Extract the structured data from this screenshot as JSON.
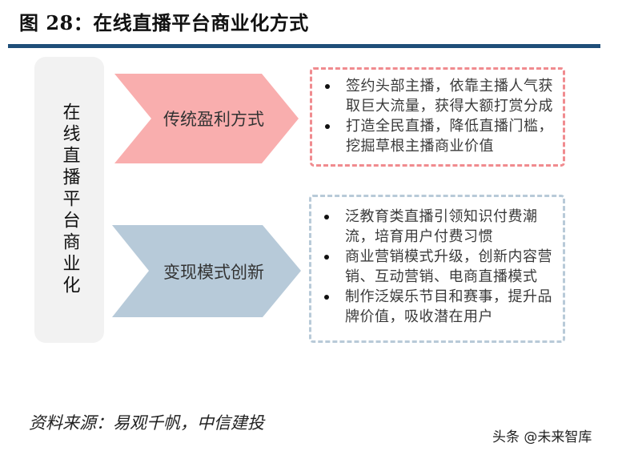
{
  "header": {
    "title": "图 28：在线直播平台商业化方式"
  },
  "colors": {
    "title_rule": "#1f4e79",
    "side_panel": "#f2f2f2",
    "chevron_traditional": "#f9aeae",
    "chevron_innovation": "#b7cad9",
    "box_traditional_border": "#f08b8f",
    "box_innovation_border": "#b8cad8"
  },
  "diagram": {
    "side_label": "在线直播平台商业化",
    "categories": [
      {
        "label": "传统盈利方式",
        "points": [
          "签约头部主播，依靠主播人气获取巨大流量，获得大额打赏分成",
          "打造全民直播，降低直播门槛，挖掘草根主播商业价值"
        ]
      },
      {
        "label": "变现模式创新",
        "points": [
          "泛教育类直播引领知识付费潮流，培育用户付费习惯",
          "商业营销模式升级，创新内容营销、互动营销、电商直播模式",
          "制作泛娱乐节目和赛事，提升品牌价值，吸收潜在用户"
        ]
      }
    ]
  },
  "footer": {
    "source": "资料来源：易观千帆，中信建投",
    "watermark": "头条 @未来智库"
  }
}
